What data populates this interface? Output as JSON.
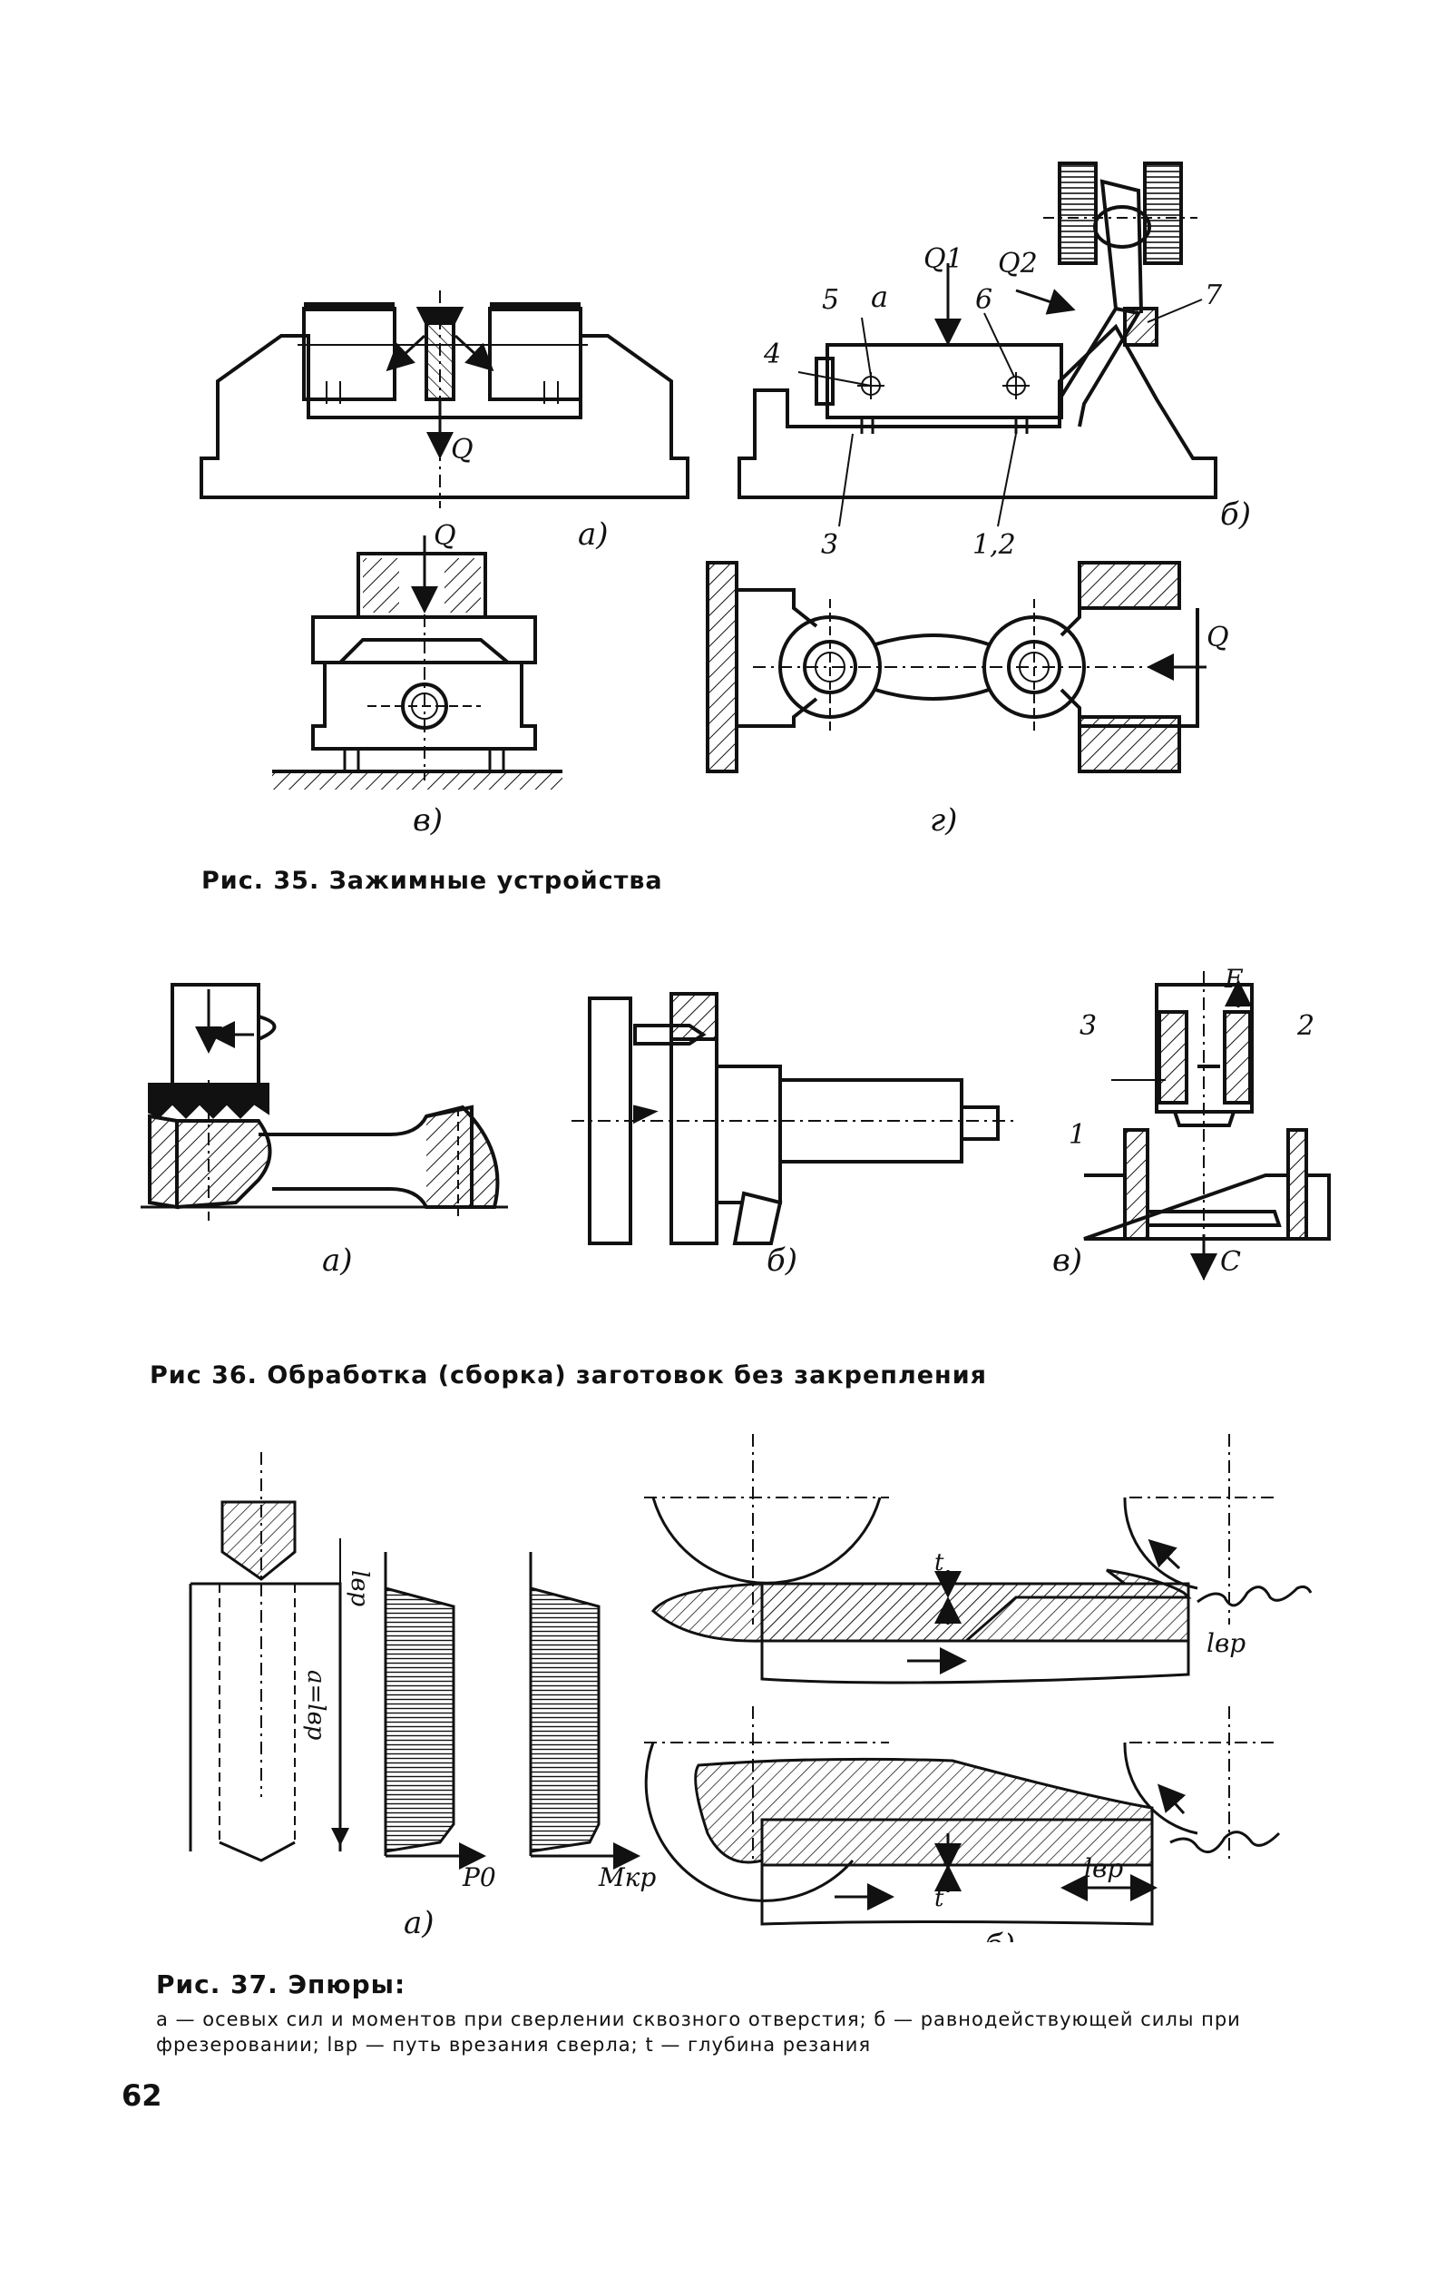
{
  "page_number": "62",
  "fig35": {
    "caption": "Рис. 35. Зажимные устройства",
    "sub_a": "а)",
    "sub_b": "б)",
    "sub_v": "в)",
    "sub_g": "г)",
    "force_Q": "Q",
    "force_Q1": "Q1",
    "force_Q2": "Q2",
    "label_a": "а",
    "n1_2": "1,2",
    "n3": "3",
    "n4": "4",
    "n5": "5",
    "n6": "6",
    "n7": "7"
  },
  "fig36": {
    "caption": "Рис 36. Обработка (сборка) заготовок без закрепления",
    "sub_a": "а)",
    "sub_b": "б)",
    "sub_v": "в)",
    "n1": "1",
    "n2": "2",
    "n3": "3",
    "force_F": "F",
    "force_C": "C"
  },
  "fig37": {
    "caption": "Рис. 37. Эпюры:",
    "description_a": "а — осевых сил и моментов при сверлении сквозного отверстия;",
    "description_b": "б — равнодействующей силы при фрезеровании;",
    "description_lvr": "lвр — путь врезания сверла;",
    "description_t": "t — глубина резания",
    "sub_a": "а)",
    "sub_b": "б)",
    "label_lvr": "lвр",
    "label_a_eq": "a=lвр",
    "label_P0": "P0",
    "label_Mkr": "Mкр",
    "label_t": "t"
  }
}
